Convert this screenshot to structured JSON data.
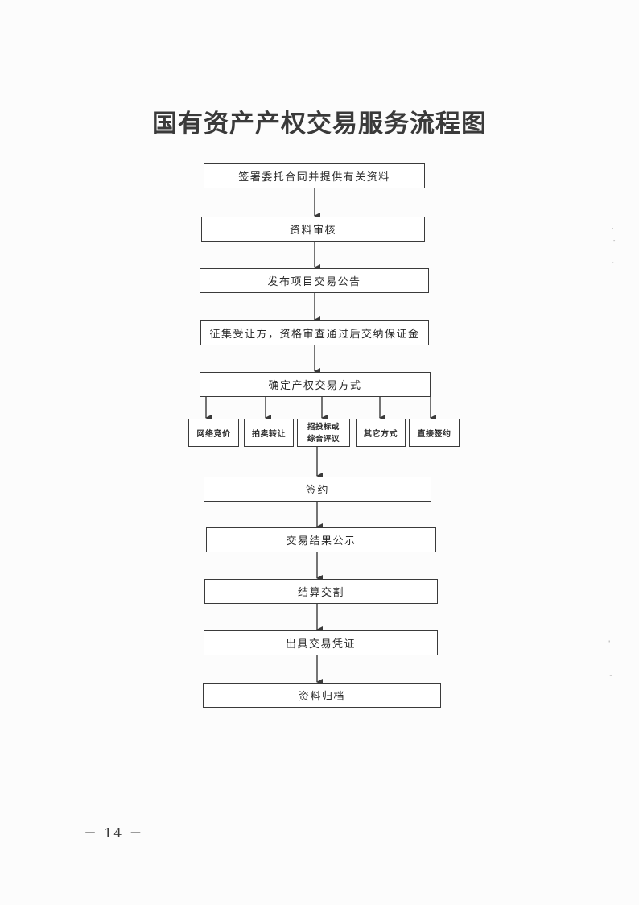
{
  "title": "国有资产产权交易服务流程图",
  "steps": [
    "签署委托合同并提供有关资料",
    "资料审核",
    "发布项目交易公告",
    "征集受让方，资格审查通过后交纳保证金",
    "确定产权交易方式"
  ],
  "methods": [
    {
      "label": "网络竞价"
    },
    {
      "label": "拍卖转让"
    },
    {
      "line1": "招投标或",
      "line2": "综合评议"
    },
    {
      "label": "其它方式"
    },
    {
      "label": "直接签约"
    }
  ],
  "after_steps": [
    "签约",
    "交易结果公示",
    "结算交割",
    "出具交易凭证",
    "资料归档"
  ],
  "page_number": "－ 14 －"
}
